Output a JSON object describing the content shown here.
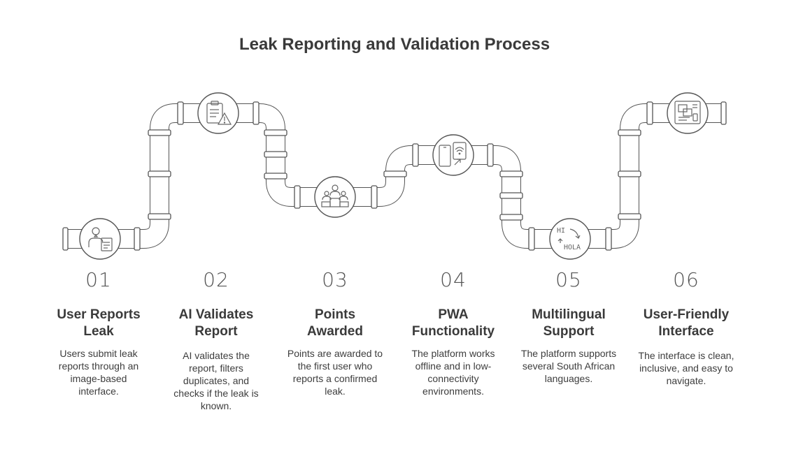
{
  "title": "Leak Reporting and Validation Process",
  "steps": [
    {
      "number": "01",
      "title_lines": [
        "User Reports",
        "Leak"
      ],
      "desc": "Users submit leak reports through an image-based interface.",
      "icon": "user-report-icon"
    },
    {
      "number": "02",
      "title_lines": [
        "AI Validates",
        "Report"
      ],
      "desc": "AI validates the report, filters duplicates, and checks if the leak is known.",
      "icon": "clipboard-warning-icon"
    },
    {
      "number": "03",
      "title_lines": [
        "Points",
        "Awarded"
      ],
      "desc": "Points are awarded to the first user who reports a confirmed leak.",
      "icon": "podium-icon"
    },
    {
      "number": "04",
      "title_lines": [
        "PWA",
        "Functionality"
      ],
      "desc": "The platform works offline and in low-connectivity environments.",
      "icon": "phone-wifi-icon"
    },
    {
      "number": "05",
      "title_lines": [
        "Multilingual",
        "Support"
      ],
      "desc": "The platform supports several South African languages.",
      "icon": "translate-icon",
      "icon_text": [
        "HI",
        "HOLA"
      ]
    },
    {
      "number": "06",
      "title_lines": [
        "User-Friendly",
        "Interface"
      ],
      "desc": "The interface is clean, inclusive, and easy to navigate.",
      "icon": "interface-layout-icon"
    }
  ],
  "colors": {
    "stroke": "#555555",
    "text": "#3a3a3a",
    "background": "#ffffff"
  }
}
